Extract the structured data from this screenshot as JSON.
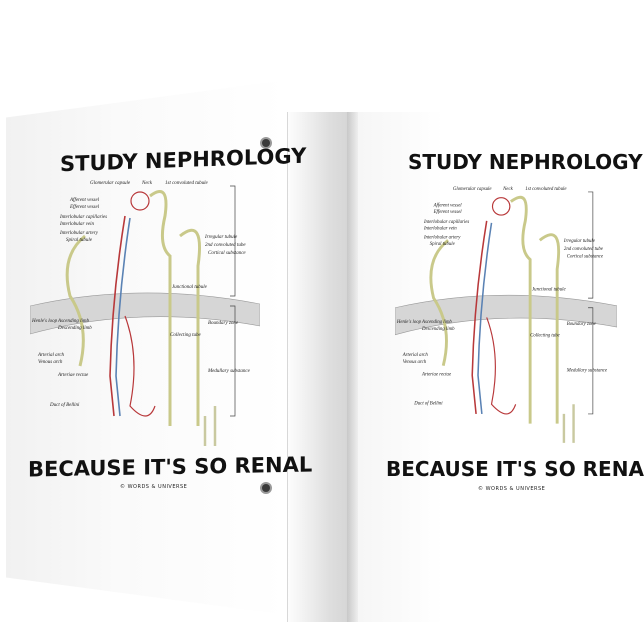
{
  "product": {
    "title_top": "STUDY NEPHROLOGY",
    "title_bottom": "BECAUSE IT'S SO RENAL",
    "credit": "© WORDS & UNIVERSE"
  },
  "diagram": {
    "labels": {
      "glomerular_capsule": "Glomerular capsule",
      "neck": "Neck",
      "first_convoluted": "1st convoluted tubule",
      "afferent": "Afferent vessel",
      "efferent": "Efferent vessel",
      "interlobular_cap": "Interlobular capillaries",
      "interlobular_vein": "Interlobular vein",
      "interlobular_artery": "Interlobular artery",
      "spiral_tubule": "Spiral tubule",
      "irregular": "Irregular tubule",
      "second_convoluted": "2nd convoluted tube",
      "cortical": "Cortical substance",
      "junctional": "Junctional tubule",
      "henles_loop": "Henle's loop",
      "ascending": "Ascending limb",
      "descending": "Descending limb",
      "boundary": "Boundary zone",
      "collecting": "Collecting tube",
      "arterial_arch": "Arterial arch",
      "venous_arch": "Venous arch",
      "arteriae_rectae": "Arteriae rectae",
      "medullary": "Medullary substance",
      "duct_bellini": "Duct of Bellini"
    }
  },
  "colors": {
    "artery": "#b8383a",
    "vein": "#5a82b4",
    "tubule": "#c9c98a",
    "band": "#bdbdbd",
    "rivet": "#3a3a3a"
  }
}
